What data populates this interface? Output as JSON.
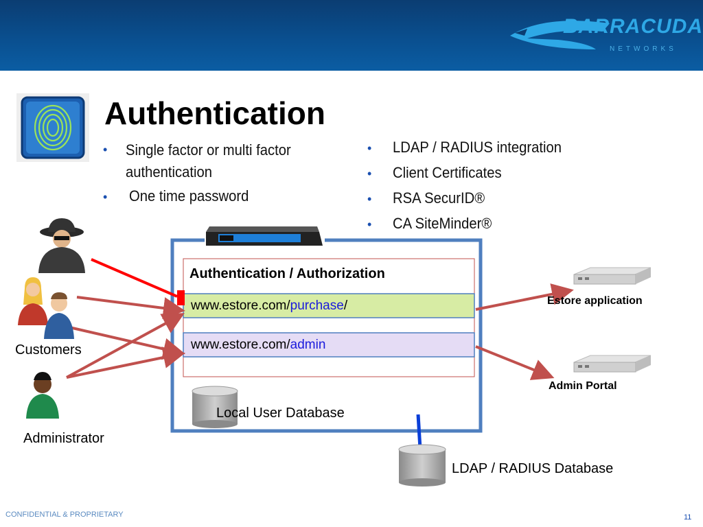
{
  "header": {
    "logo_name": "BARRACUDA",
    "logo_sub": "NETWORKS"
  },
  "title": "Authentication",
  "bullets_left": [
    {
      "line1": "Single factor or multi factor",
      "line2": "authentication"
    },
    {
      "line1": "One time password"
    }
  ],
  "bullets_right": [
    "LDAP / RADIUS integration",
    "Client Certificates",
    "RSA SecurID®",
    "CA SiteMinder®"
  ],
  "diagram": {
    "auth_header": "Authentication / Authorization",
    "url_purchase": {
      "prefix": "www.estore.com/",
      "path": "purchase",
      "suffix": "/"
    },
    "url_admin": {
      "prefix": "www.estore.com/",
      "path": "admin"
    },
    "local_db": "Local User Database",
    "ldap_db": "LDAP / RADIUS Database",
    "customers": "Customers",
    "administrator": "Administrator",
    "estore_app": "Estore application",
    "admin_portal": "Admin Portal"
  },
  "footer": {
    "confidential": "CONFIDENTIAL & PROPRIETARY",
    "page_number": "11"
  },
  "colors": {
    "header_blue": "#0a4f8f",
    "appliance_frame": "#4f7fbf",
    "arrow": "#c0504d",
    "attack_arrow": "#ff0000",
    "purchase_fill": "#d7eca4",
    "admin_fill": "#e5dcf5",
    "link_blue": "#1a1adc"
  }
}
